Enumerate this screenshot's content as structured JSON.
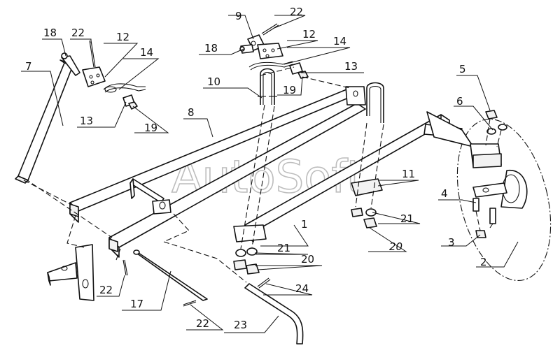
{
  "watermark": "AutoSoft",
  "callouts": [
    {
      "id": "c1",
      "text": "1"
    },
    {
      "id": "c2",
      "text": "2"
    },
    {
      "id": "c3",
      "text": "3"
    },
    {
      "id": "c4",
      "text": "4"
    },
    {
      "id": "c5",
      "text": "5"
    },
    {
      "id": "c6",
      "text": "6"
    },
    {
      "id": "c7",
      "text": "7"
    },
    {
      "id": "c8",
      "text": "8"
    },
    {
      "id": "c9",
      "text": "9"
    },
    {
      "id": "c10",
      "text": "10"
    },
    {
      "id": "c11",
      "text": "11"
    },
    {
      "id": "c12a",
      "text": "12"
    },
    {
      "id": "c12b",
      "text": "12"
    },
    {
      "id": "c13a",
      "text": "13"
    },
    {
      "id": "c13b",
      "text": "13"
    },
    {
      "id": "c14a",
      "text": "14"
    },
    {
      "id": "c14b",
      "text": "14"
    },
    {
      "id": "c17",
      "text": "17"
    },
    {
      "id": "c18a",
      "text": "18"
    },
    {
      "id": "c18b",
      "text": "18"
    },
    {
      "id": "c19a",
      "text": "19"
    },
    {
      "id": "c19b",
      "text": "19"
    },
    {
      "id": "c20a",
      "text": "20"
    },
    {
      "id": "c20b",
      "text": "20"
    },
    {
      "id": "c21a",
      "text": "21"
    },
    {
      "id": "c21b",
      "text": "21"
    },
    {
      "id": "c22a",
      "text": "22"
    },
    {
      "id": "c22b",
      "text": "22"
    },
    {
      "id": "c22c",
      "text": "22"
    },
    {
      "id": "c22d",
      "text": "22"
    },
    {
      "id": "c23",
      "text": "23"
    },
    {
      "id": "c24",
      "text": "24"
    }
  ]
}
